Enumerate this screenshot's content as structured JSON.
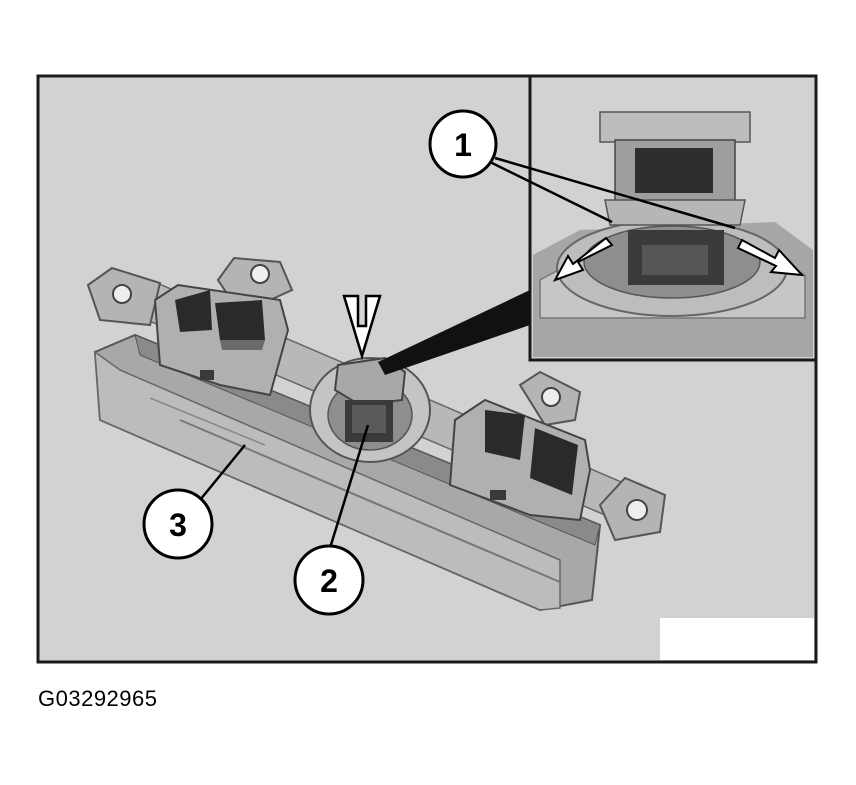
{
  "figure": {
    "callouts": [
      "1",
      "2",
      "3"
    ],
    "caption": "G03292965",
    "colors": {
      "panel_bg": "#d2d2d2",
      "part_light": "#bdbdbd",
      "part_mid": "#9a9a9a",
      "part_dark": "#5a5a5a",
      "cavity": "#2a2a2a",
      "frame": "#1a1a1a"
    }
  }
}
